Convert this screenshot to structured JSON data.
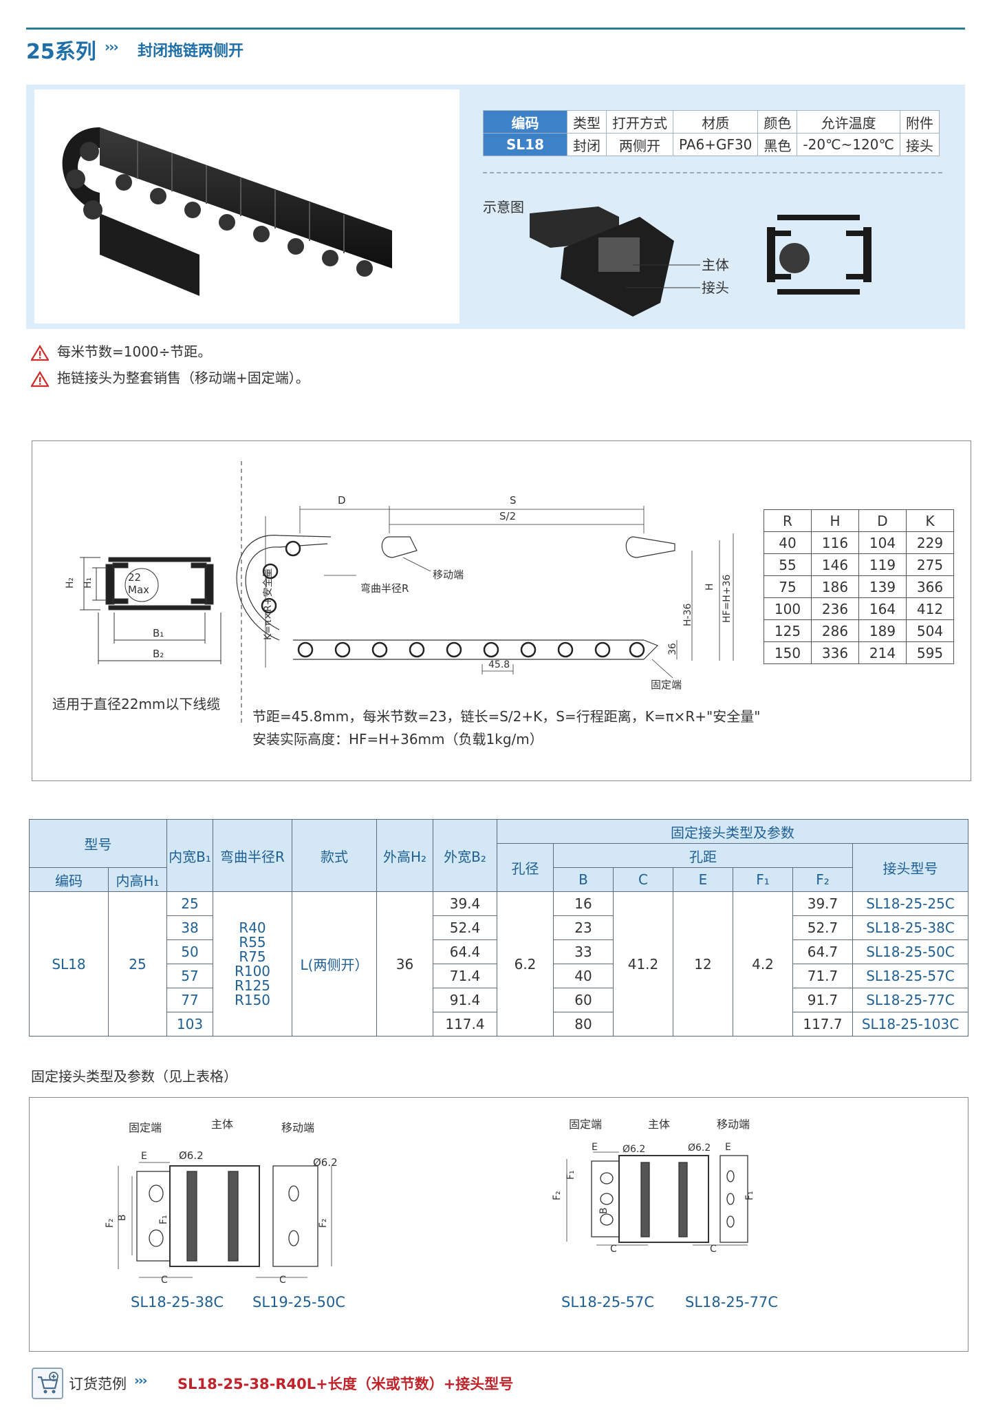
{
  "header": {
    "series": "25系列",
    "arrows": "›››",
    "subtitle": "封闭拖链两侧开"
  },
  "spec_table": {
    "headers": [
      "编码",
      "类型",
      "打开方式",
      "材质",
      "颜色",
      "允许温度",
      "附件"
    ],
    "row": [
      "SL18",
      "封闭",
      "两侧开",
      "PA6+GF30",
      "黑色",
      "-20℃~120℃",
      "接头"
    ]
  },
  "schematic": {
    "label": "示意图",
    "callout_body": "主体",
    "callout_joint": "接头"
  },
  "notes": [
    "每米节数=1000÷节距。",
    "拖链接头为整套销售（移动端+固定端）。"
  ],
  "cross_section": {
    "h2": "H₂",
    "h1": "H₁",
    "b1": "B₁",
    "b2": "B₂",
    "circle_top": "22",
    "circle_bottom": "Max",
    "caption": "适用于直径22mm以下线缆"
  },
  "side_view": {
    "d": "D",
    "s": "S",
    "s_half": "S/2",
    "k_formula": "K=π×R+安全量",
    "moving_end": "移动端",
    "bend_radius": "弯曲半径R",
    "fixed_end": "固定端",
    "h": "H",
    "h_minus": "H-36",
    "hf": "HF=H+36",
    "dim_36": "36",
    "pitch": "45.8"
  },
  "r_table": {
    "headers": [
      "R",
      "H",
      "D",
      "K"
    ],
    "rows": [
      [
        "40",
        "116",
        "104",
        "229"
      ],
      [
        "55",
        "146",
        "119",
        "275"
      ],
      [
        "75",
        "186",
        "139",
        "366"
      ],
      [
        "100",
        "236",
        "164",
        "412"
      ],
      [
        "125",
        "286",
        "189",
        "504"
      ],
      [
        "150",
        "336",
        "214",
        "595"
      ]
    ]
  },
  "formulas": {
    "line1": "节距=45.8mm，每米节数=23，链长=S/2+K，S=行程距离，K=π×R+\"安全量\"",
    "line2": "安装实际高度：HF=H+36mm（负载1kg/m）"
  },
  "main_table": {
    "h_model": "型号",
    "h_code": "编码",
    "h_inner_h": "内高H₁",
    "h_inner_w": "内宽B₁",
    "h_radius": "弯曲半径R",
    "h_style": "款式",
    "h_outer_h": "外高H₂",
    "h_outer_w": "外宽B₂",
    "h_fixed": "固定接头类型及参数",
    "h_hole": "孔径",
    "h_spacing": "孔距",
    "h_b": "B",
    "h_c": "C",
    "h_e": "E",
    "h_f1": "F₁",
    "h_f2": "F₂",
    "h_joint": "接头型号",
    "code": "SL18",
    "inner_h": "25",
    "radii": "R40\nR55\nR75\nR100\nR125\nR150",
    "style": "L(两侧开）",
    "outer_h": "36",
    "hole": "6.2",
    "c": "41.2",
    "e": "12",
    "f1": "4.2",
    "rows": [
      {
        "b1": "25",
        "b2": "39.4",
        "b": "16",
        "f2": "39.7",
        "joint": "SL18-25-25C"
      },
      {
        "b1": "38",
        "b2": "52.4",
        "b": "23",
        "f2": "52.7",
        "joint": "SL18-25-38C"
      },
      {
        "b1": "50",
        "b2": "64.4",
        "b": "33",
        "f2": "64.7",
        "joint": "SL18-25-50C"
      },
      {
        "b1": "57",
        "b2": "71.4",
        "b": "40",
        "f2": "71.7",
        "joint": "SL18-25-57C"
      },
      {
        "b1": "77",
        "b2": "91.4",
        "b": "60",
        "f2": "91.7",
        "joint": "SL18-25-77C"
      },
      {
        "b1": "103",
        "b2": "117.4",
        "b": "80",
        "f2": "117.7",
        "joint": "SL18-25-103C"
      }
    ]
  },
  "connector_section": {
    "label": "固定接头类型及参数（见上表格）",
    "fixed_end": "固定端",
    "body": "主体",
    "moving_end": "移动端",
    "dia": "Ø6.2",
    "e": "E",
    "b": "B",
    "c": "C",
    "f1": "F₁",
    "f2": "F₂",
    "models": [
      "SL18-25-38C",
      "SL19-25-50C",
      "SL18-25-57C",
      "SL18-25-77C"
    ]
  },
  "order": {
    "label": "订货范例",
    "arrows": "›››",
    "example": "SL18-25-38-R40L+长度（米或节数）+接头型号"
  }
}
